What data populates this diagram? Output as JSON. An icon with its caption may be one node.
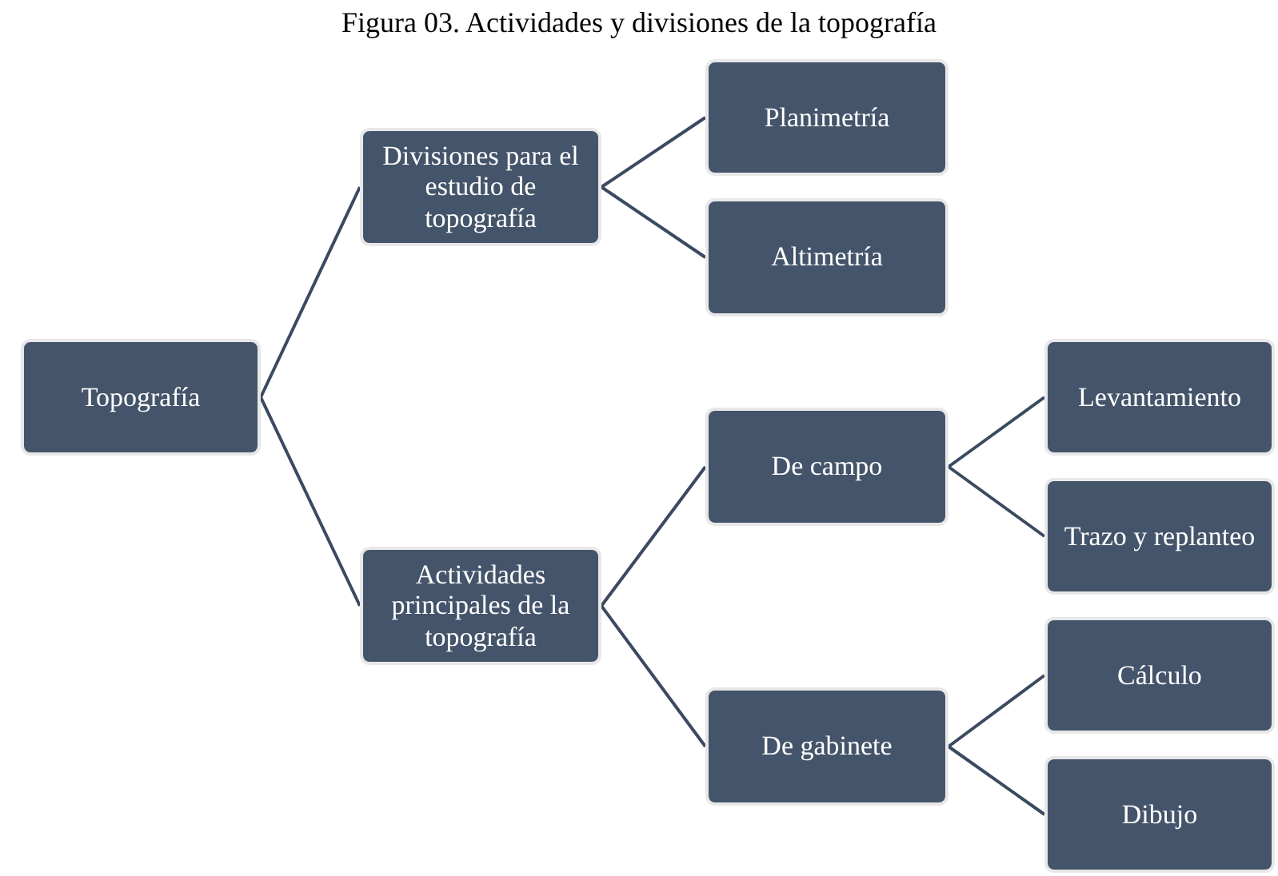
{
  "diagram": {
    "title": "Figura 03. Actividades y divisiones de la topografía",
    "nodes": [
      {
        "text": [
          "Topografía"
        ]
      },
      {
        "text": [
          "Divisiones para el estudio de topografía"
        ]
      },
      {
        "text": [
          "Actividades principales de la topografía"
        ]
      },
      {
        "text": [
          "Planimetría"
        ]
      },
      {
        "text": [
          "Altimetría"
        ]
      },
      {
        "text": [
          "De campo"
        ]
      },
      {
        "text": [
          "De gabinete"
        ]
      },
      {
        "text": [
          "Levantamiento"
        ]
      },
      {
        "text": [
          "Trazo y replanteo"
        ]
      },
      {
        "text": [
          "Cálculo"
        ]
      },
      {
        "text": [
          "Dibujo"
        ]
      }
    ],
    "edges": [
      {
        "from": 0,
        "to": 1,
        "arrow": "none"
      },
      {
        "from": 0,
        "to": 2,
        "arrow": "none"
      },
      {
        "from": 1,
        "to": 3,
        "arrow": "none"
      },
      {
        "from": 1,
        "to": 4,
        "arrow": "none"
      },
      {
        "from": 2,
        "to": 5,
        "arrow": "none"
      },
      {
        "from": 2,
        "to": 6,
        "arrow": "none"
      },
      {
        "from": 5,
        "to": 7,
        "arrow": "none"
      },
      {
        "from": 5,
        "to": 8,
        "arrow": "none"
      },
      {
        "from": 6,
        "to": 9,
        "arrow": "none"
      },
      {
        "from": 6,
        "to": 10,
        "arrow": "none"
      }
    ]
  }
}
